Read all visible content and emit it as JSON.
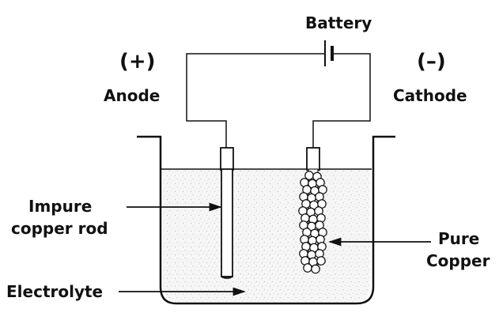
{
  "labels": {
    "battery": "Battery",
    "anode_sign": "(+)",
    "anode": "Anode",
    "cathode_sign": "(–)",
    "cathode": "Cathode",
    "impure_line1": "Impure",
    "impure_line2": "copper rod",
    "pure_line1": "Pure",
    "pure_line2": "Copper",
    "electrolyte": "Electrolyte"
  },
  "colors": {
    "ink": "#111111",
    "solution": "#f4f4f4",
    "deposit": "#ffffff"
  }
}
